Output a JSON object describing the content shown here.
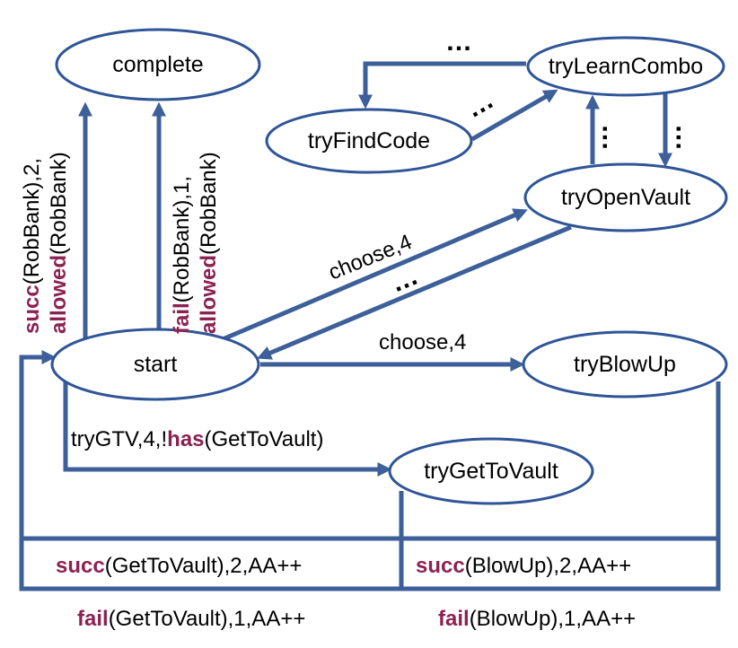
{
  "nodes": {
    "complete": "complete",
    "tryLearnCombo": "tryLearnCombo",
    "tryFindCode": "tryFindCode",
    "tryOpenVault": "tryOpenVault",
    "start": "start",
    "tryBlowUp": "tryBlowUp",
    "tryGetToVault": "tryGetToVault"
  },
  "edge_labels": {
    "succ_rob_bank": {
      "line1": {
        "kw": "succ",
        "rest": "(RobBank),2,"
      },
      "line2": {
        "kw": "allowed",
        "rest": "(RobBank)"
      }
    },
    "fail_rob_bank": {
      "line1": {
        "kw": "fail",
        "rest": "(RobBank),1,"
      },
      "line2": {
        "kw": "allowed",
        "rest": "(RobBank)"
      }
    },
    "choose_open_vault": "choose,4",
    "choose_blow_up": "choose,4",
    "try_gtv": {
      "pre": "tryGTV,4,!",
      "kw": "has",
      "post": "(GetToVault)"
    },
    "succ_get_to_vault": {
      "kw": "succ",
      "rest": "(GetToVault),2,AA++"
    },
    "succ_blow_up": {
      "kw": "succ",
      "rest": "(BlowUp),2,AA++"
    },
    "fail_get_to_vault": {
      "kw": "fail",
      "rest": "(GetToVault),1,AA++"
    },
    "fail_blow_up": {
      "kw": "fail",
      "rest": "(BlowUp),1,AA++"
    }
  },
  "ellipsis": "…",
  "colors": {
    "edge": "#3d5f9a",
    "node_border": "#2f5597",
    "keyword": "#8b2252"
  }
}
